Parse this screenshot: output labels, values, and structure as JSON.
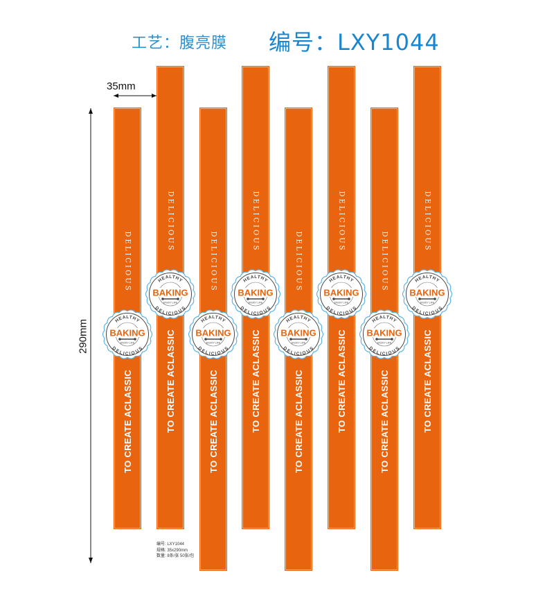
{
  "header": {
    "process_label": "工艺：腹亮膜",
    "code_label": "编号：LXY1044"
  },
  "dimensions": {
    "width_label": "35mm",
    "height_label": "290mm"
  },
  "strip_text": {
    "slogan_top": "DELICIOUS",
    "slogan_bottom": "TO CREATE ACLASSIC"
  },
  "badge": {
    "top_word": "HEALTHY",
    "main_word": "BAKING",
    "small_word": "ENJOY LIFE",
    "bottom_word": "DELICIOUS"
  },
  "specs": {
    "code": "编号: LXY1044",
    "size": "规格: 35x290mm",
    "quantity": "数量: 8条/张  50张/包"
  },
  "colors": {
    "strip": "#e8640f",
    "header_blue": "#1a86cf",
    "badge_ring": "#5bb3e6"
  }
}
